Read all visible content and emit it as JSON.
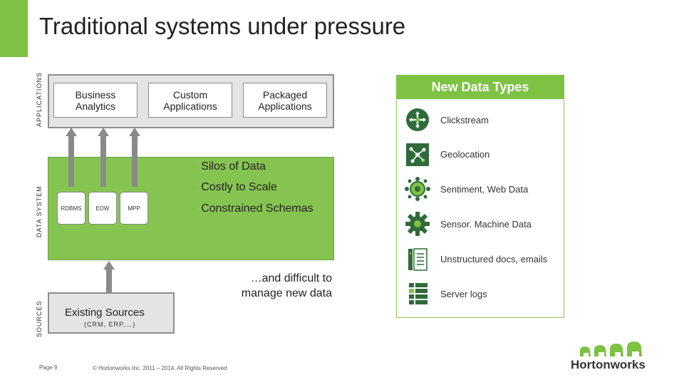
{
  "title": "Traditional systems under pressure",
  "layers": {
    "applications": "APPLICATIONS",
    "data_system": "DATA SYSTEM",
    "sources": "SOURCES"
  },
  "apps": [
    "Business\nAnalytics",
    "Custom\nApplications",
    "Packaged\nApplications"
  ],
  "databases": [
    "RDBMS",
    "EDW",
    "MPP"
  ],
  "bullets": [
    "Silos of Data",
    "Costly to Scale",
    "Constrained Schemas"
  ],
  "caption": "…and difficult to\nmanage new data",
  "sources_box": {
    "title": "Existing Sources",
    "subtitle": "(CRM, ERP,…)"
  },
  "new_data_types": {
    "header": "New Data Types",
    "items": [
      {
        "label": "Clickstream",
        "icon": "clickstream-icon"
      },
      {
        "label": "Geolocation",
        "icon": "geolocation-icon"
      },
      {
        "label": "Sentiment, Web Data",
        "icon": "sentiment-icon"
      },
      {
        "label": "Sensor. Machine Data",
        "icon": "sensor-gear-icon"
      },
      {
        "label": "Unstructured docs, emails",
        "icon": "document-icon"
      },
      {
        "label": "Server logs",
        "icon": "server-logs-icon"
      }
    ]
  },
  "footer": {
    "page": "Page 9",
    "copyright": "© Hortonworks Inc. 2011 – 2014. All Rights Reserved"
  },
  "brand": {
    "name": "Hortonworks",
    "accent": "#7dc243",
    "dark_green": "#2f6b3a"
  }
}
